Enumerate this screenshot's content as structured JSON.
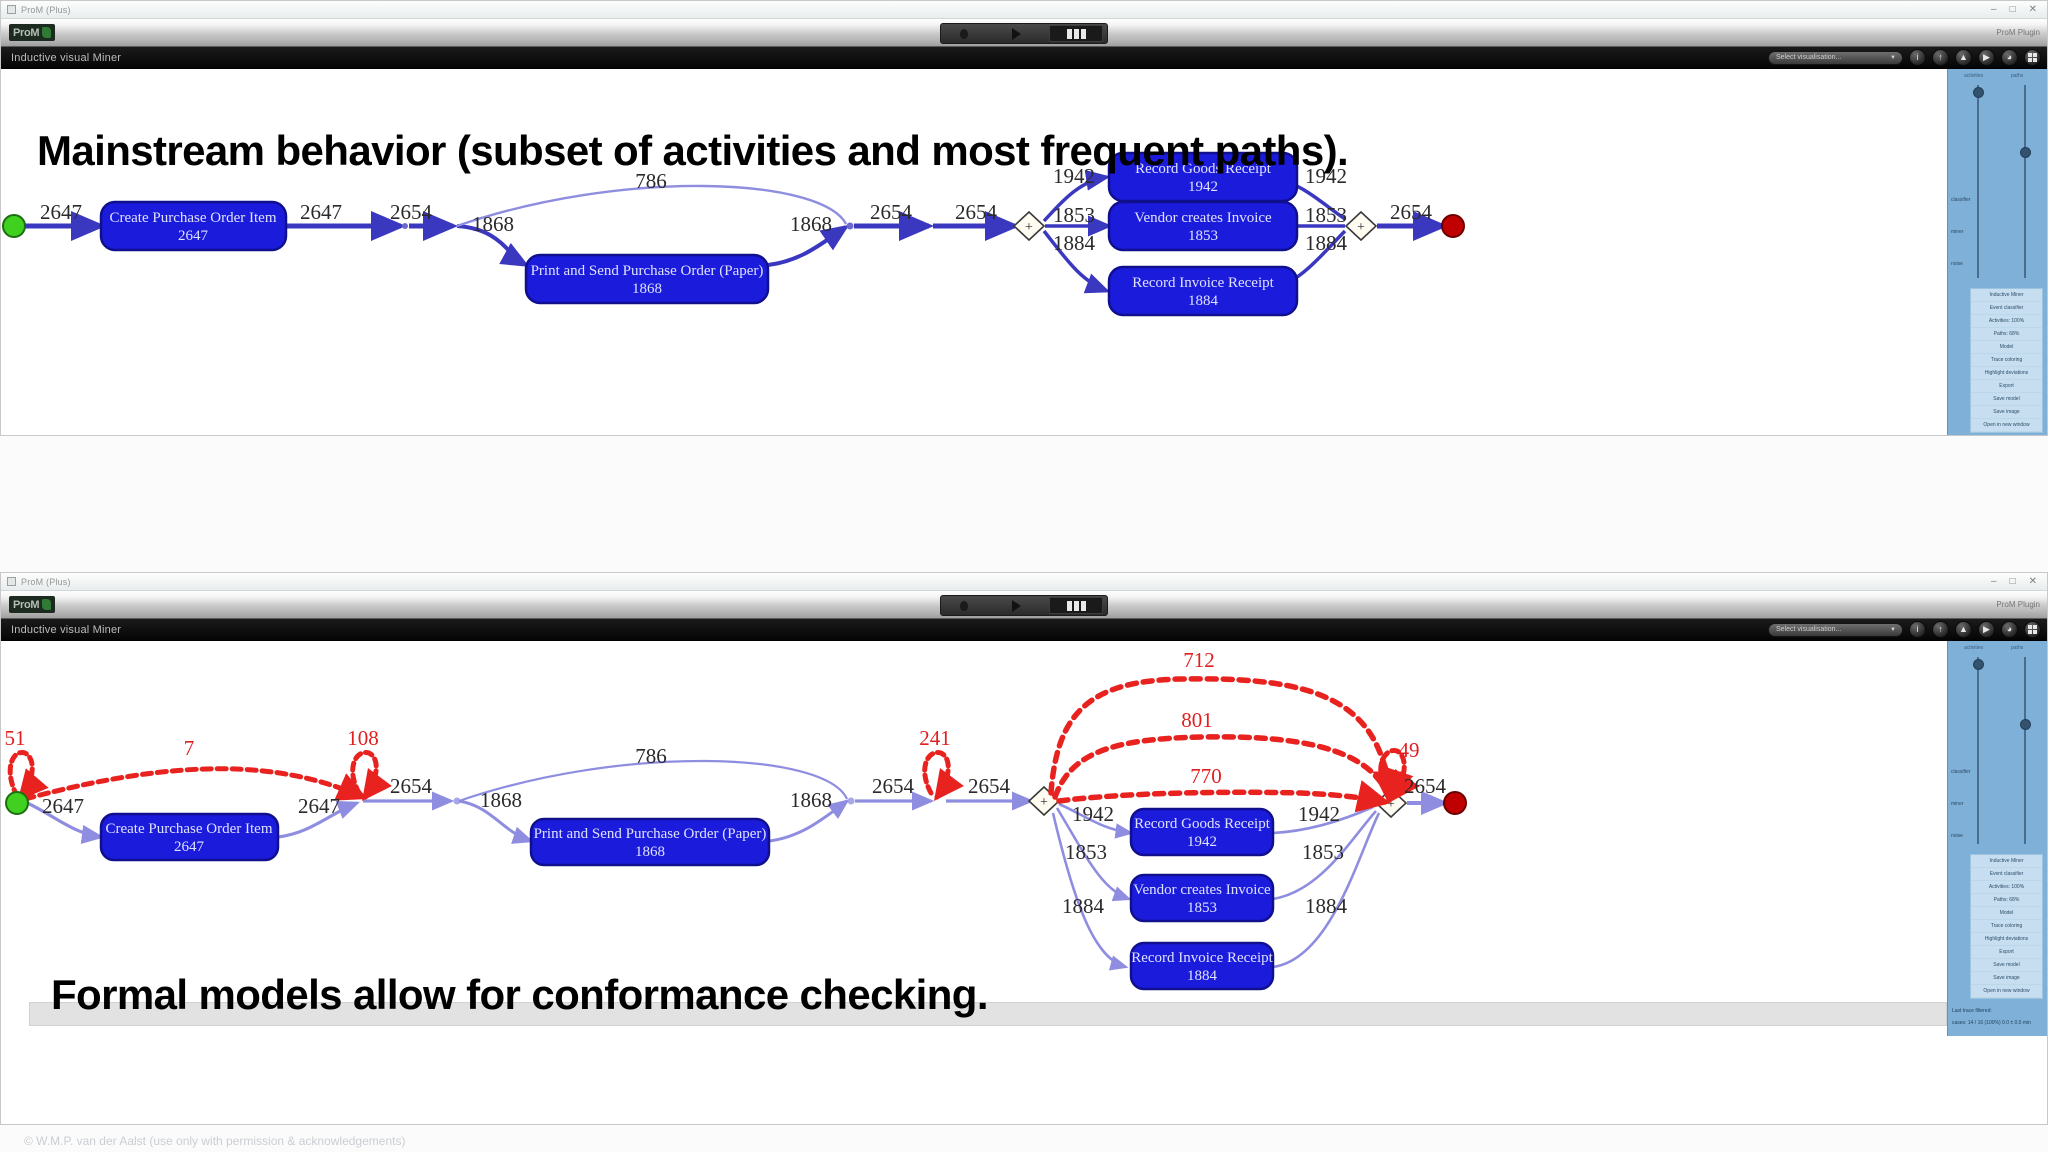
{
  "app": {
    "window_title": "ProM (Plus)",
    "brand": "ProM",
    "brand_icon": "leaf-icon",
    "plugin_name": "Inductive visual Miner",
    "toolbar_right_hint": "ProM Plugin",
    "search_placeholder": "Select visualisation...",
    "window_buttons": {
      "minimize": "–",
      "maximize": "□",
      "close": "✕"
    },
    "player": {
      "buttons": [
        {
          "name": "pause-button",
          "icon": "pause-blob-icon",
          "active": false
        },
        {
          "name": "play-button",
          "icon": "play-triangle-icon",
          "active": false
        },
        {
          "name": "frames-button",
          "icon": "filmstrip-icon",
          "active": true
        }
      ]
    },
    "menu_icons": [
      {
        "name": "info-icon",
        "glyph": "i"
      },
      {
        "name": "export-icon",
        "glyph": "↑"
      },
      {
        "name": "image-icon",
        "glyph": "▲"
      },
      {
        "name": "play-icon",
        "glyph": "▶"
      },
      {
        "name": "settings-icon",
        "glyph": "◗"
      },
      {
        "name": "grid-icon",
        "glyph": "grid"
      }
    ]
  },
  "slides": {
    "top_title": "Mainstream behavior (subset of activities and most frequent paths).",
    "bottom_title": "Formal models allow for conformance checking.",
    "footer": "© W.M.P. van der Aalst (use only with permission & acknowledgements)"
  },
  "inspector": {
    "slider_left_caption": "activities",
    "slider_right_caption": "paths",
    "side_labels": [
      "classifier",
      "miner",
      "noise"
    ],
    "rows": [
      "Inductive Miner",
      "Event classifier",
      "Activities: 100%",
      "Paths: 68%",
      "Model",
      "Trace coloring",
      "Highlight deviations",
      "Export",
      "Save model",
      "Save image",
      "Open in new window"
    ],
    "footer_lines": [
      "Last trace filtered:",
      "cases: 14 / 16 (100%) 0.0 ± 0.0 min"
    ]
  },
  "chart_data": {
    "type": "diagram",
    "notation": "process-model / directly-follows graph",
    "models": [
      {
        "id": "top-model",
        "caption": "Mainstream behavior (subset of activities and most frequent paths).",
        "nodes": [
          {
            "id": "start",
            "kind": "start-node",
            "color": "#3fd020",
            "label": ""
          },
          {
            "id": "a1",
            "kind": "activity",
            "label": "Create Purchase Order Item",
            "count": 2647
          },
          {
            "id": "a2",
            "kind": "activity",
            "label": "Print and Send Purchase Order (Paper)",
            "count": 1868
          },
          {
            "id": "g1",
            "kind": "and-gateway-split",
            "label": "+"
          },
          {
            "id": "a3",
            "kind": "activity",
            "label": "Record Goods Receipt",
            "count": 1942
          },
          {
            "id": "a4",
            "kind": "activity",
            "label": "Vendor creates Invoice",
            "count": 1853
          },
          {
            "id": "a5",
            "kind": "activity",
            "label": "Record Invoice Receipt",
            "count": 1884
          },
          {
            "id": "g2",
            "kind": "and-gateway-join",
            "label": "+"
          },
          {
            "id": "end",
            "kind": "end-node",
            "color": "#c00000",
            "label": ""
          }
        ],
        "edges": [
          {
            "from": "start",
            "to": "a1",
            "count": 2647,
            "style": "solid"
          },
          {
            "from": "a1",
            "to": "split1",
            "count": 2647,
            "style": "solid"
          },
          {
            "from": "split1",
            "to": "fork",
            "count": 2654,
            "style": "solid"
          },
          {
            "from": "fork",
            "to": "a2",
            "count": 1868,
            "style": "solid"
          },
          {
            "from": "fork",
            "to": "merge",
            "count": 786,
            "style": "solid"
          },
          {
            "from": "a2",
            "to": "merge",
            "count": 1868,
            "style": "solid"
          },
          {
            "from": "merge",
            "to": "x1",
            "count": 2654,
            "style": "solid"
          },
          {
            "from": "x1",
            "to": "g1",
            "count": 2654,
            "style": "solid"
          },
          {
            "from": "g1",
            "to": "a3",
            "count": 1942,
            "style": "solid"
          },
          {
            "from": "g1",
            "to": "a4",
            "count": 1853,
            "style": "solid"
          },
          {
            "from": "g1",
            "to": "a5",
            "count": 1884,
            "style": "solid"
          },
          {
            "from": "a3",
            "to": "g2",
            "count": 1942,
            "style": "solid"
          },
          {
            "from": "a4",
            "to": "g2",
            "count": 1853,
            "style": "solid"
          },
          {
            "from": "a5",
            "to": "g2",
            "count": 1884,
            "style": "solid"
          },
          {
            "from": "g2",
            "to": "end",
            "count": 2654,
            "style": "solid"
          }
        ]
      },
      {
        "id": "bottom-model",
        "caption": "Formal models allow for conformance checking.",
        "nodes": [
          {
            "id": "start",
            "kind": "start-node",
            "color": "#3fd020",
            "label": ""
          },
          {
            "id": "a1",
            "kind": "activity",
            "label": "Create Purchase Order Item",
            "count": 2647
          },
          {
            "id": "a2",
            "kind": "activity",
            "label": "Print and Send Purchase Order (Paper)",
            "count": 1868
          },
          {
            "id": "g1",
            "kind": "and-gateway-split",
            "label": "+"
          },
          {
            "id": "a3",
            "kind": "activity",
            "label": "Record Goods Receipt",
            "count": 1942
          },
          {
            "id": "a4",
            "kind": "activity",
            "label": "Vendor creates Invoice",
            "count": 1853
          },
          {
            "id": "a5",
            "kind": "activity",
            "label": "Record Invoice Receipt",
            "count": 1884
          },
          {
            "id": "g2",
            "kind": "and-gateway-join",
            "label": "+"
          },
          {
            "id": "end",
            "kind": "end-node",
            "color": "#c00000",
            "label": ""
          }
        ],
        "edges": [
          {
            "from": "start",
            "to": "a1",
            "count": 2647,
            "style": "solid"
          },
          {
            "from": "a1",
            "to": "j1",
            "count": 2647,
            "style": "solid"
          },
          {
            "from": "j1",
            "to": "fork",
            "count": 2654,
            "style": "solid"
          },
          {
            "from": "fork",
            "to": "a2",
            "count": 1868,
            "style": "solid"
          },
          {
            "from": "fork",
            "to": "merge",
            "count": 786,
            "style": "solid"
          },
          {
            "from": "a2",
            "to": "merge",
            "count": 1868,
            "style": "solid"
          },
          {
            "from": "merge",
            "to": "j2",
            "count": 2654,
            "style": "solid"
          },
          {
            "from": "j2",
            "to": "g1",
            "count": 2654,
            "style": "solid"
          },
          {
            "from": "g1",
            "to": "a3",
            "count": 1942,
            "style": "solid"
          },
          {
            "from": "g1",
            "to": "a4",
            "count": 1853,
            "style": "solid"
          },
          {
            "from": "g1",
            "to": "a5",
            "count": 1884,
            "style": "solid"
          },
          {
            "from": "a3",
            "to": "g2",
            "count": 1942,
            "style": "solid"
          },
          {
            "from": "a4",
            "to": "g2",
            "count": 1853,
            "style": "solid"
          },
          {
            "from": "a5",
            "to": "g2",
            "count": 1884,
            "style": "solid"
          },
          {
            "from": "g2",
            "to": "end",
            "count": 2654,
            "style": "solid"
          }
        ],
        "deviations": [
          {
            "id": "d-start-loop",
            "count": 51,
            "style": "dashed-red",
            "kind": "self-loop"
          },
          {
            "id": "d-skip-a1",
            "count": 7,
            "style": "dashed-red",
            "kind": "skip-arc"
          },
          {
            "id": "d-j1-loop",
            "count": 108,
            "style": "dashed-red",
            "kind": "self-loop"
          },
          {
            "id": "d-j2-loop",
            "count": 241,
            "style": "dashed-red",
            "kind": "self-loop"
          },
          {
            "id": "d-skip-goods",
            "count": 712,
            "style": "dashed-red",
            "kind": "skip-arc"
          },
          {
            "id": "d-skip-vendor",
            "count": 801,
            "style": "dashed-red",
            "kind": "skip-arc"
          },
          {
            "id": "d-skip-invoice",
            "count": 770,
            "style": "dashed-red",
            "kind": "skip-arc"
          },
          {
            "id": "d-join-loop",
            "count": 49,
            "style": "dashed-red",
            "kind": "self-loop"
          }
        ]
      }
    ],
    "colors": {
      "activity_fill": "#1b1bdc",
      "activity_stroke": "#10108f",
      "edge_solid": "#4a47c8",
      "edge_light": "#8f8de0",
      "deviation": "#e8231f",
      "start_node": "#3fd020",
      "end_node": "#c00000"
    }
  }
}
